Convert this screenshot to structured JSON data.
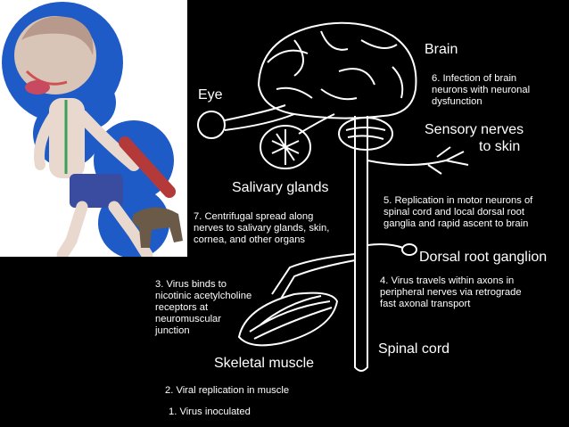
{
  "labels": {
    "brain": "Brain",
    "eye": "Eye",
    "sensory_nerves_line1": "Sensory nerves",
    "sensory_nerves_line2": "to skin",
    "salivary_glands": "Salivary glands",
    "dorsal_root_ganglion": "Dorsal root ganglion",
    "spinal_cord": "Spinal cord",
    "skeletal_muscle": "Skeletal muscle"
  },
  "steps": {
    "s1": "1. Virus inoculated",
    "s2": "2. Viral replication in muscle",
    "s3": [
      "3. Virus binds to",
      "nicotinic acetylcholine",
      "receptors at",
      "neuromuscular",
      "junction"
    ],
    "s4": [
      "4. Virus travels within axons in",
      "peripheral nerves via retrograde",
      "fast axonal transport"
    ],
    "s5": [
      "5. Replication in motor neurons of",
      "spinal cord and local dorsal root",
      "ganglia and rapid ascent to brain"
    ],
    "s6": [
      "6. Infection of brain",
      "neurons with neuronal",
      "dysfunction"
    ],
    "s7": [
      "7. Centrifugal spread along",
      "nerves to salivary glands, skin,",
      "cornea, and other organs"
    ]
  },
  "colors": {
    "background": "#000000",
    "line_art": "#ffffff",
    "inset_background": "#ffffff",
    "inset_circles": "#1e5bc6"
  }
}
